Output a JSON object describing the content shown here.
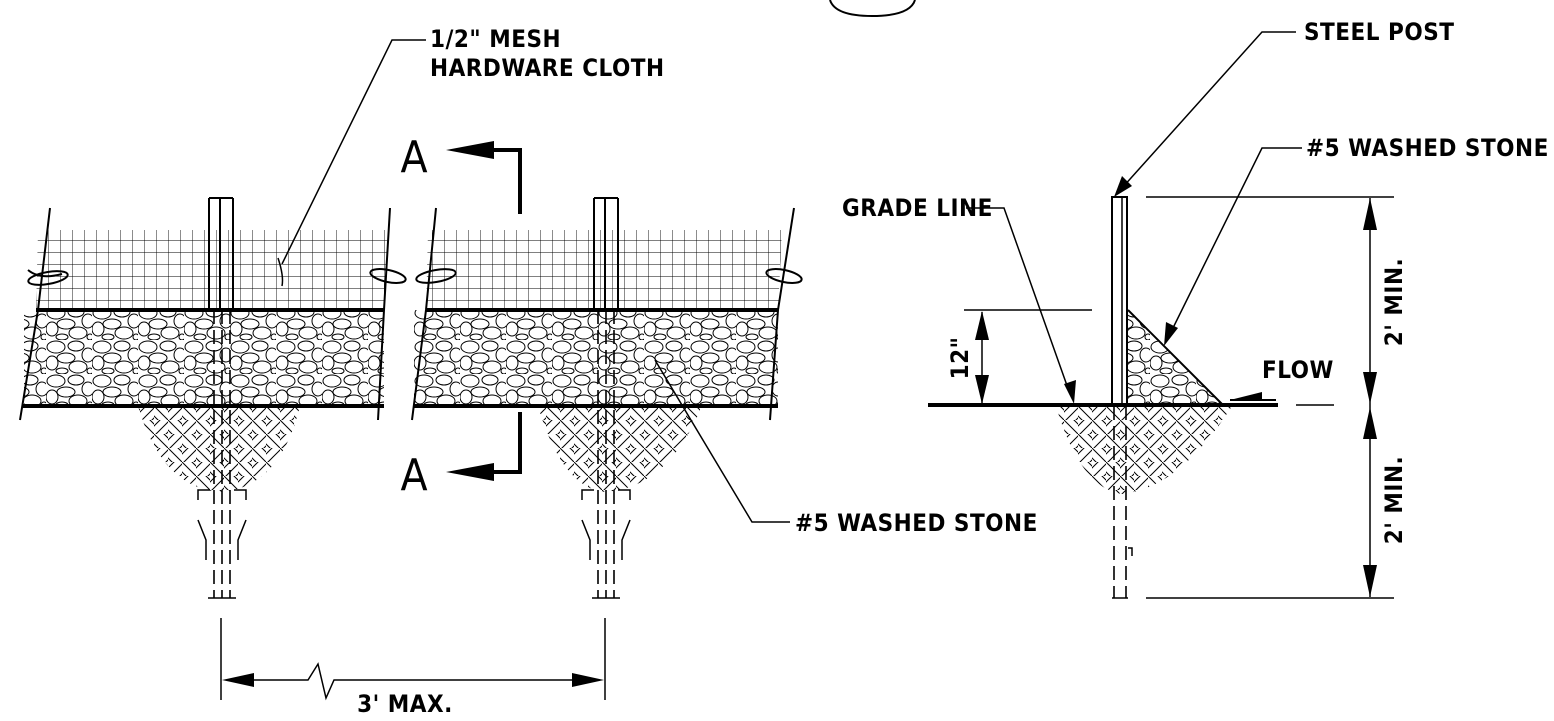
{
  "labels": {
    "mesh_line1": "1/2\" MESH",
    "mesh_line2": "HARDWARE CLOTH",
    "washed_stone_front": "#5 WASHED STONE",
    "washed_stone_section": "#5 WASHED STONE",
    "steel_post": "STEEL POST",
    "grade_line": "GRADE LINE",
    "flow": "FLOW",
    "height_12": "12\"",
    "two_min_upper": "2' MIN.",
    "two_min_lower": "2' MIN.",
    "spacing": "3' MAX.",
    "section_a_top": "A",
    "section_a_bottom": "A"
  }
}
